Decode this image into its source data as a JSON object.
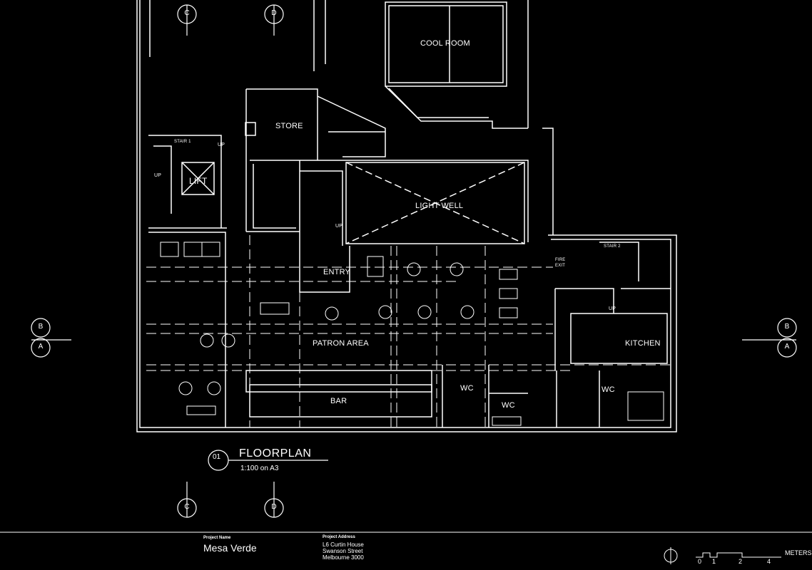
{
  "rooms": {
    "cool_room": "COOL ROOM",
    "store": "STORE",
    "stair_1": "STAIR 1",
    "up_1": "UP",
    "up_2": "UP",
    "up_3": "UP",
    "up_4": "UP",
    "lift": "LIFT",
    "light_well": "LIGHT WELL",
    "entry": "ENTRY",
    "patron_area": "PATRON AREA",
    "bar": "BAR",
    "wc_1": "WC",
    "wc_2": "WC",
    "wc_3": "WC",
    "kitchen": "KITCHEN",
    "stair_2": "STAIR 2",
    "fire_exit_line1": "FIRE",
    "fire_exit_line2": "EXIT"
  },
  "grid_markers": {
    "c": "C",
    "d": "D",
    "b": "B",
    "a": "A"
  },
  "drawing_title": {
    "number": "01",
    "title": "FLOORPLAN",
    "scale": "1:100 on A3"
  },
  "title_block": {
    "project_name_label": "Project Name",
    "project_name": "Mesa Verde",
    "project_address_label": "Project Address",
    "address_line1": "L6 Curtin House",
    "address_line2": "Swanson Street",
    "address_line3": "Melbourne 3000"
  },
  "scale_bar": {
    "unit": "METERS",
    "ticks": [
      "0",
      "1",
      "2",
      "4"
    ]
  }
}
